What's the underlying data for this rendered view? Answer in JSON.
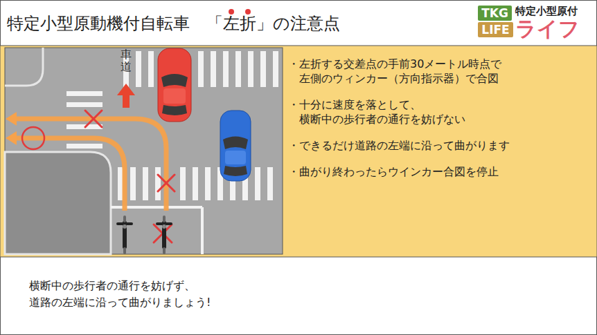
{
  "diagram": {
    "title": "特定小型原動機付自転車　「左折」の注意点",
    "caption": "横断中の歩行者の通行を妨げず、 道路の左端に沿って曲がりましょう!",
    "nodes": [
      {
        "text": [
          "TKG"
        ]
      },
      {
        "text": [
          "LIFE"
        ]
      },
      {
        "text": [
          "・左折する交差点の手前30メートル時点で 左側のウィンカー（方向指示器）で合図",
          "・十分に速度を落として、 横断中の歩行者の通行を妨げない",
          "・できるだけ道路の左端に沿って曲がります",
          "・曲がり終わったらウインカー合図を停止"
        ]
      }
    ],
    "labels": [
      "特定小型原付",
      "ライフ",
      "車道"
    ]
  }
}
